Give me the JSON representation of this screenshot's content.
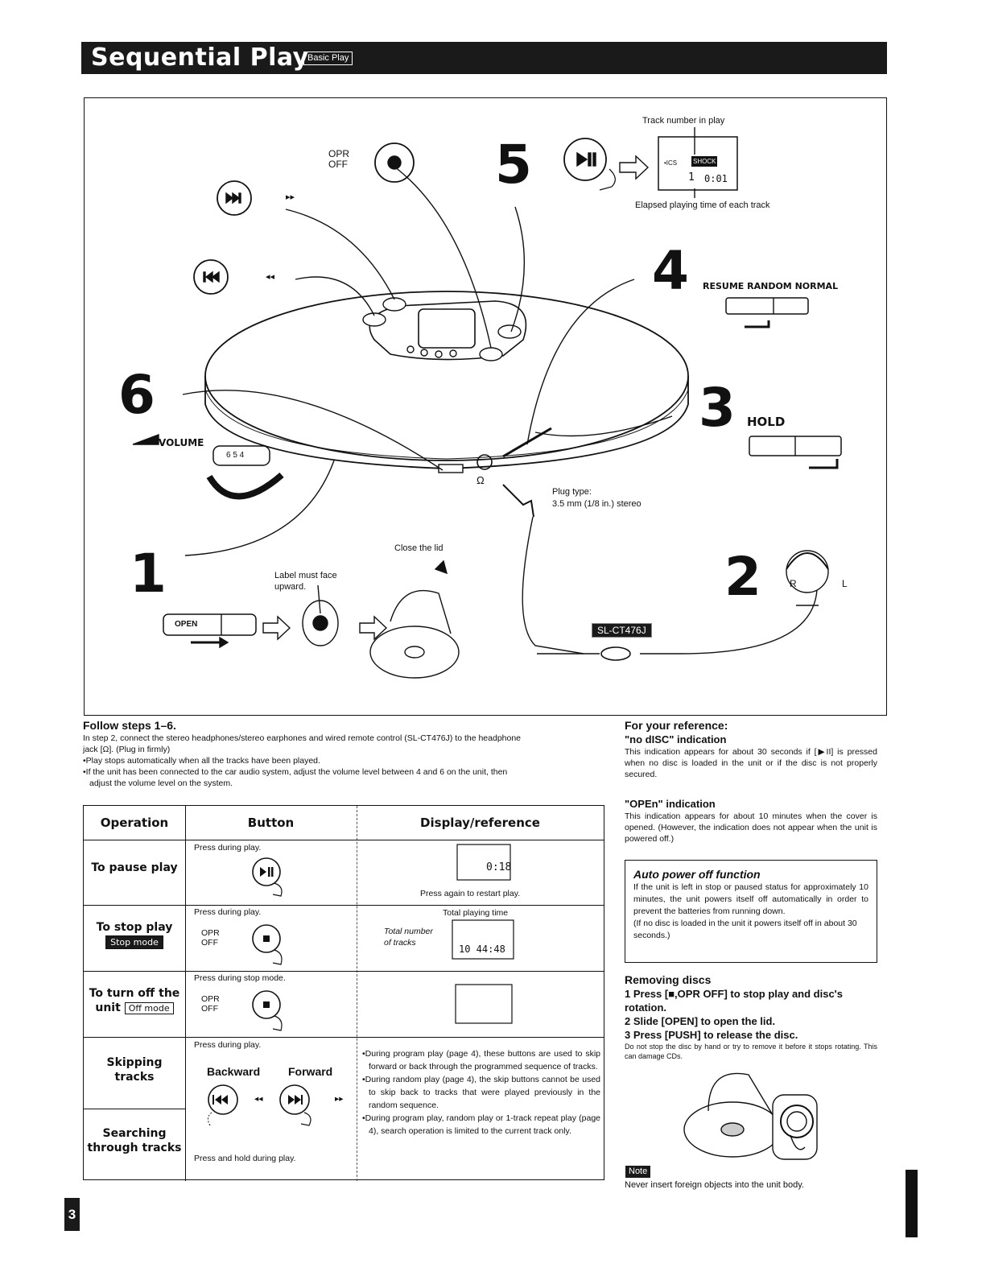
{
  "header": {
    "title": "Sequential Play",
    "badge": "Basic Play"
  },
  "diagram": {
    "track_number_label": "Track number in play",
    "elapsed_label": "Elapsed playing time of each track",
    "display_small_text": "•ICS",
    "display_shock": "SHOCK",
    "display_track": "1",
    "display_time": "0:01",
    "opr_label": "OPR",
    "off_label": "OFF",
    "step5": "5",
    "step4": "4",
    "step3": "3",
    "step6": "6",
    "step1": "1",
    "step2": "2",
    "ff_arrows": "▸▸",
    "rew_arrows": "◂◂",
    "resume_random_normal": "RESUME RANDOM NORMAL",
    "hold_label": "HOLD",
    "volume_label": "VOLUME",
    "volume_digits": "6 5 4",
    "plug_type_line1": "Plug type:",
    "plug_type_line2": "3.5 mm (1/8 in.) stereo",
    "close_lid": "Close the lid",
    "label_face_line1": "Label must face",
    "label_face_line2": "upward.",
    "open_label": "OPEN",
    "model": "SL-CT476J",
    "r_label": "R",
    "l_label": "L",
    "headphone_symbol": "Ω"
  },
  "follow": {
    "heading": "Follow steps 1–6.",
    "line1": "In step 2, connect the stereo headphones/stereo earphones and wired remote control (SL-CT476J) to the headphone",
    "line2": "jack [Ω]. (Plug in firmly)",
    "bullet1": "•Play stops automatically when all the tracks have been played.",
    "bullet2a": "•If the unit has been connected to the car audio system, adjust the volume level between 4 and 6 on the unit, then",
    "bullet2b": "adjust the volume level on the system."
  },
  "table": {
    "headers": [
      "Operation",
      "Button",
      "Display/reference"
    ],
    "rows": [
      {
        "operation": "To pause play",
        "button_note": "Press during play.",
        "display_note": "Press again to restart play.",
        "display_digits": "0:18"
      },
      {
        "operation": "To stop play",
        "badge": "Stop mode",
        "button_note": "Press during play.",
        "opr": "OPR",
        "off": "OFF",
        "display_total_time": "Total playing time",
        "display_total_tracks_1": "Total number",
        "display_total_tracks_2": "of tracks",
        "display_digits": "10  44:48"
      },
      {
        "operation_1": "To turn off the",
        "operation_2": "unit",
        "badge": "Off mode",
        "button_note": "Press during stop mode.",
        "opr": "OPR",
        "off": "OFF"
      },
      {
        "operation_1": "Skipping",
        "operation_2": "tracks",
        "button_note": "Press during play.",
        "backward": "Backward",
        "forward": "Forward",
        "rew": "◂◂",
        "ff": "▸▸"
      },
      {
        "operation_1": "Searching",
        "operation_2": "through tracks",
        "button_note": "Press and hold during play."
      }
    ],
    "notes": [
      "•During program play (page 4), these buttons are used to skip forward or back through the programmed sequence of tracks.",
      "•During random play (page 4), the skip buttons cannot be used to skip back to tracks that were played previously in the random sequence.",
      "•During program play, random play or 1-track repeat play (page 4), search operation is limited to the current track only."
    ]
  },
  "reference": {
    "heading": "For your reference:",
    "nodisc_title": "\"no dISC\" indication",
    "nodisc_text": "This indication appears for about 30 seconds if [▶II] is pressed when no disc is loaded in the unit or if the disc is not properly secured.",
    "open_title": "\"OPEn\" indication",
    "open_text": "This indication appears for about 10 minutes when the cover is opened. (However, the indication does not appear when the unit is powered off.)",
    "auto_title": "Auto power off function",
    "auto_text": "If the unit is left in stop or paused status for approximately 10 minutes, the unit powers itself off automatically in order to prevent the batteries from running down.",
    "auto_text2": "(If no disc is loaded in the unit it powers itself off in about 30 seconds.)",
    "removing_title": "Removing discs",
    "step1": "1  Press [■,OPR OFF] to stop play and disc's rotation.",
    "step2": "2  Slide [OPEN] to open the lid.",
    "step3": "3  Press [PUSH] to release the disc.",
    "warning": "Do not stop the disc by hand or try to remove it before it stops rotating. This can damage CDs.",
    "note_badge": "Note",
    "note_text": "Never insert foreign objects into the unit body."
  },
  "page_number": "3"
}
